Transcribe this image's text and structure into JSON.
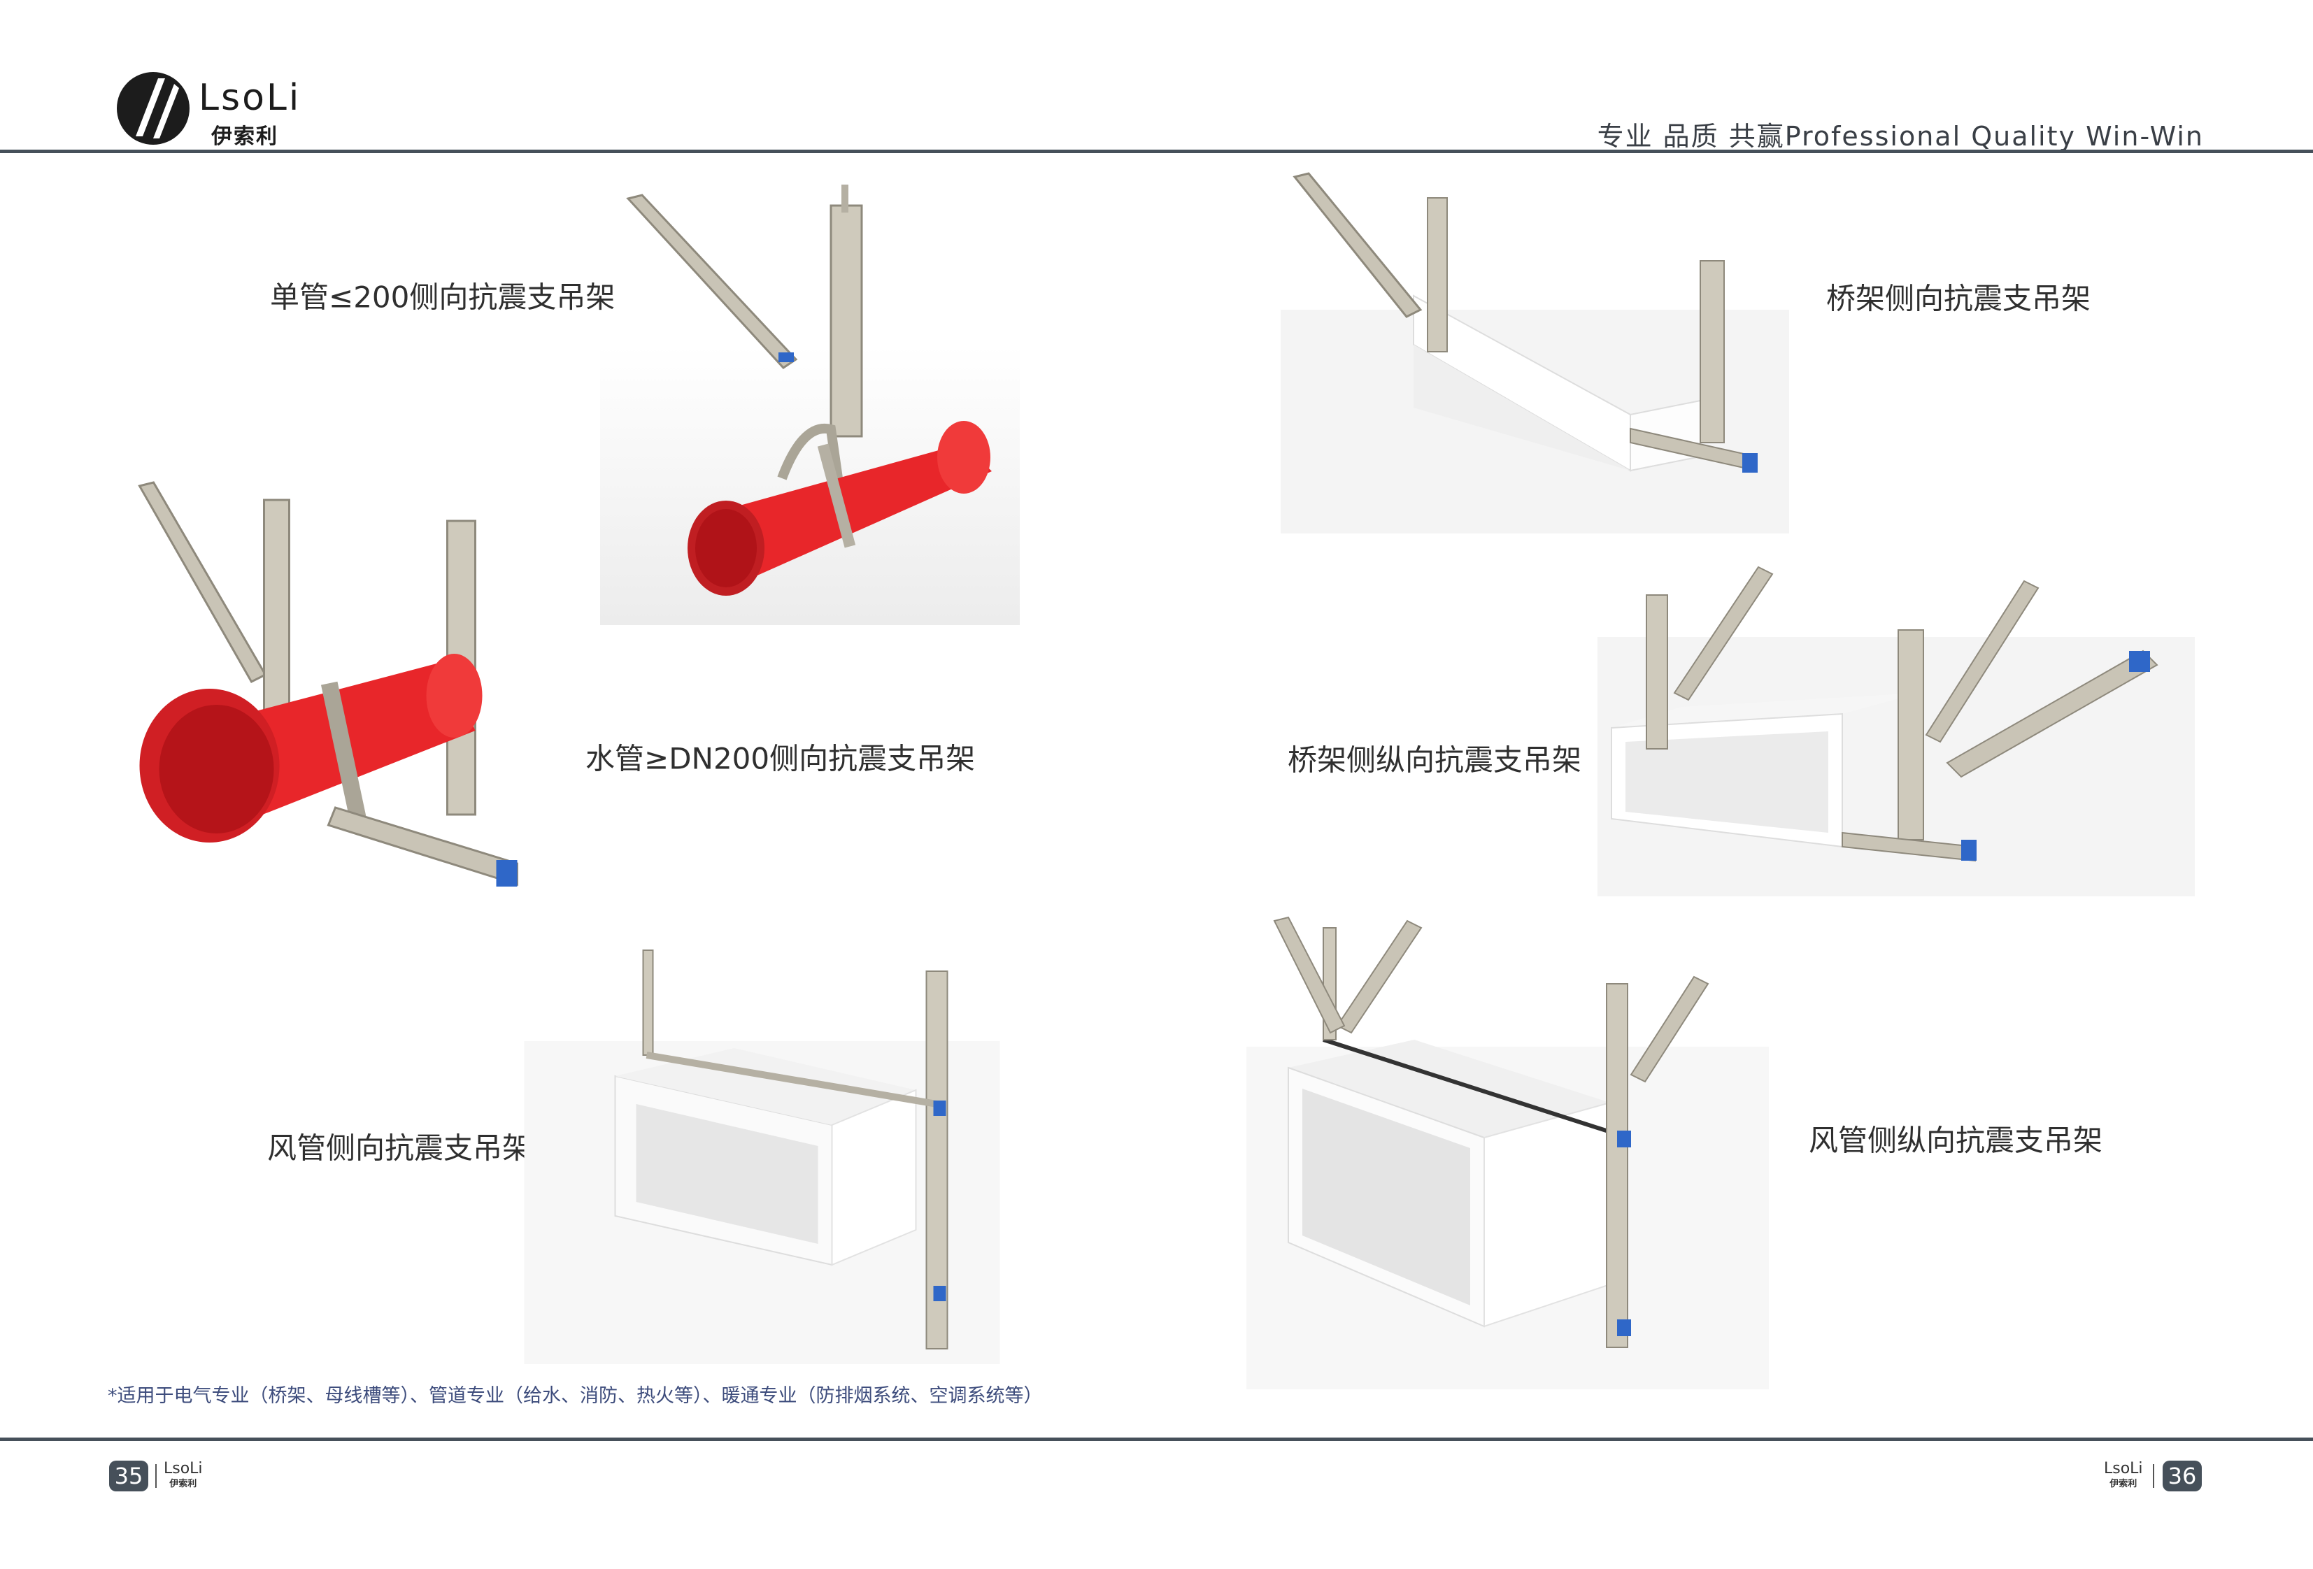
{
  "header": {
    "logo": {
      "brand_latin": "LsoLi",
      "brand_cn": "伊索利"
    },
    "slogan": "专业  品质  共赢Professional Quality Win-Win"
  },
  "products": [
    {
      "label": "单管≤200侧向抗震支吊架"
    },
    {
      "label": "水管≥DN200侧向抗震支吊架"
    },
    {
      "label": "风管侧向抗震支吊架"
    },
    {
      "label": "桥架侧向抗震支吊架"
    },
    {
      "label": "桥架侧纵向抗震支吊架"
    },
    {
      "label": "风管侧纵向抗震支吊架"
    }
  ],
  "footnote": "*适用于电气专业（桥架、母线槽等）、管道专业（给水、消防、热火等）、暖通专业（防排烟系统、空调系统等）",
  "footer": {
    "left_page": "35",
    "right_page": "36",
    "logo_latin": "LsoLi",
    "logo_cn": "伊索利"
  },
  "colors": {
    "rule": "#46505a",
    "pipe": "#e8262a",
    "channel": "#c9c4b6",
    "accent_blue": "#2f67c8",
    "footnote": "#3d4c7c"
  }
}
